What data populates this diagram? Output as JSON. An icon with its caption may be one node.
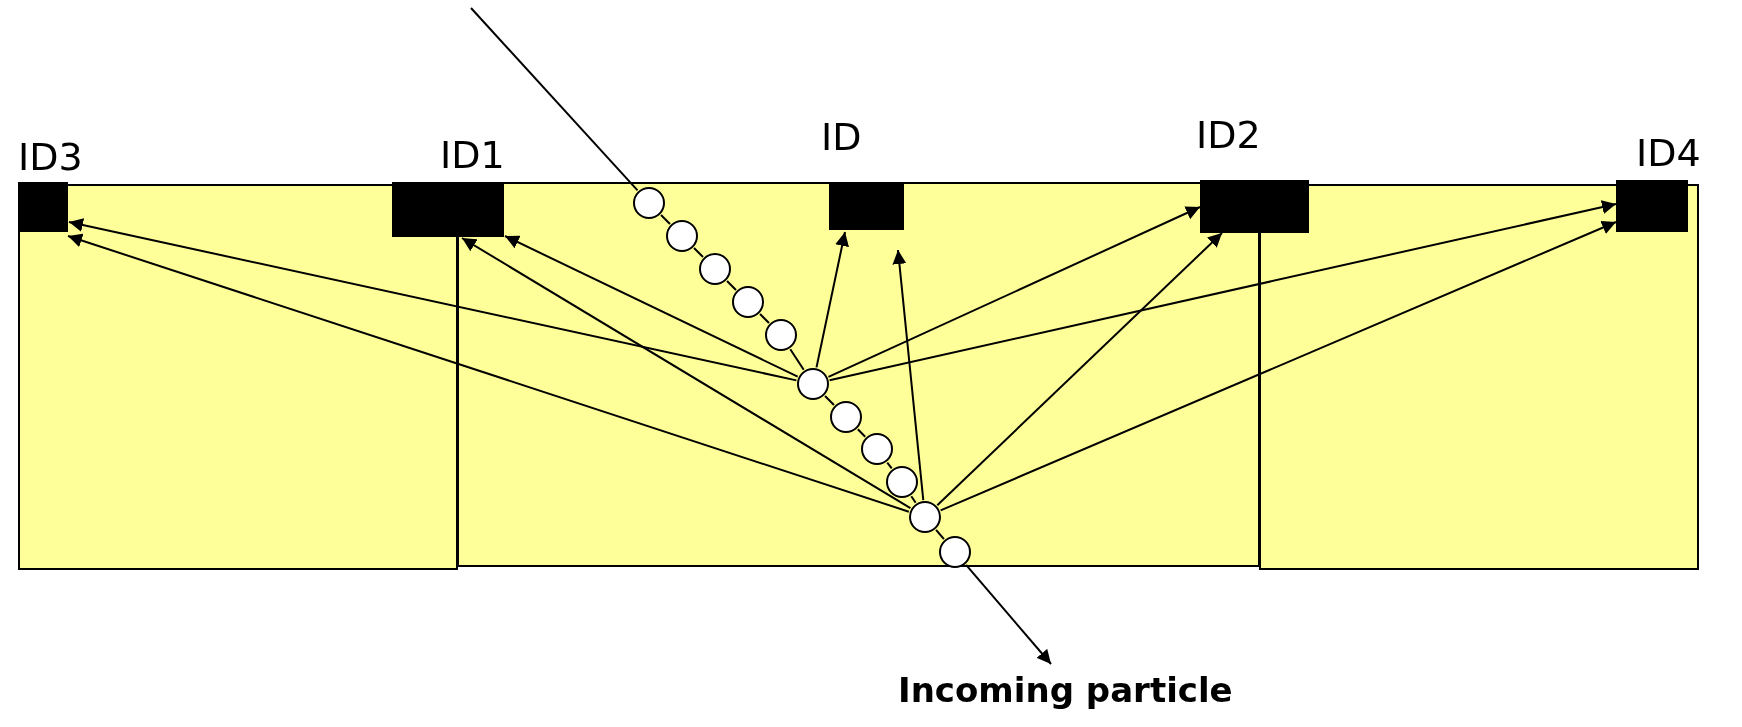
{
  "diagram": {
    "nodes": [
      {
        "text": [],
        "shape": "box"
      },
      {
        "text": [],
        "shape": "box"
      },
      {
        "text": [],
        "shape": "box"
      },
      {
        "text": [
          "ID3"
        ],
        "in": 0
      },
      {
        "text": [
          "ID1"
        ]
      },
      {
        "text": [
          "ID"
        ],
        "in": 1
      },
      {
        "text": [
          "ID2"
        ]
      },
      {
        "text": [
          "ID4"
        ],
        "in": 2
      },
      {
        "text": [],
        "shape": "circle",
        "in": 1
      },
      {
        "text": [],
        "shape": "circle",
        "in": 1
      },
      {
        "text": [],
        "shape": "circle",
        "in": 1
      },
      {
        "text": [],
        "shape": "circle",
        "in": 1
      },
      {
        "text": [],
        "shape": "circle",
        "in": 1
      },
      {
        "text": [],
        "shape": "circle",
        "in": 1
      },
      {
        "text": [],
        "shape": "circle",
        "in": 1
      },
      {
        "text": [],
        "shape": "circle",
        "in": 1
      },
      {
        "text": [],
        "shape": "circle",
        "in": 1
      },
      {
        "text": [],
        "shape": "circle",
        "in": 1
      },
      {
        "text": [],
        "shape": "circle",
        "in": 1
      },
      {
        "text": [
          "Incoming particle"
        ]
      }
    ],
    "edges": [
      {
        "from": null,
        "to": 8,
        "arrow": "none"
      },
      {
        "from": 8,
        "to": 9,
        "arrow": "none"
      },
      {
        "from": 9,
        "to": 10,
        "arrow": "none"
      },
      {
        "from": 10,
        "to": 11,
        "arrow": "none"
      },
      {
        "from": 11,
        "to": 12,
        "arrow": "none"
      },
      {
        "from": 12,
        "to": 13,
        "arrow": "none"
      },
      {
        "from": 13,
        "to": 14,
        "arrow": "none"
      },
      {
        "from": 14,
        "to": 15,
        "arrow": "none"
      },
      {
        "from": 15,
        "to": 16,
        "arrow": "none"
      },
      {
        "from": 16,
        "to": 17,
        "arrow": "none"
      },
      {
        "from": 17,
        "to": 18,
        "arrow": "none"
      },
      {
        "from": 18,
        "to": 19,
        "arrow": "to"
      },
      {
        "from": 13,
        "to": 3,
        "arrow": "to"
      },
      {
        "from": 13,
        "to": 4,
        "arrow": "to"
      },
      {
        "from": 13,
        "to": 5,
        "arrow": "to"
      },
      {
        "from": 13,
        "to": 6,
        "arrow": "to"
      },
      {
        "from": 13,
        "to": 7,
        "arrow": "to"
      },
      {
        "from": 17,
        "to": 3,
        "arrow": "to"
      },
      {
        "from": 17,
        "to": 4,
        "arrow": "to"
      },
      {
        "from": 17,
        "to": 5,
        "arrow": "to"
      },
      {
        "from": 17,
        "to": 6,
        "arrow": "to"
      },
      {
        "from": 17,
        "to": 7,
        "arrow": "to"
      }
    ]
  }
}
